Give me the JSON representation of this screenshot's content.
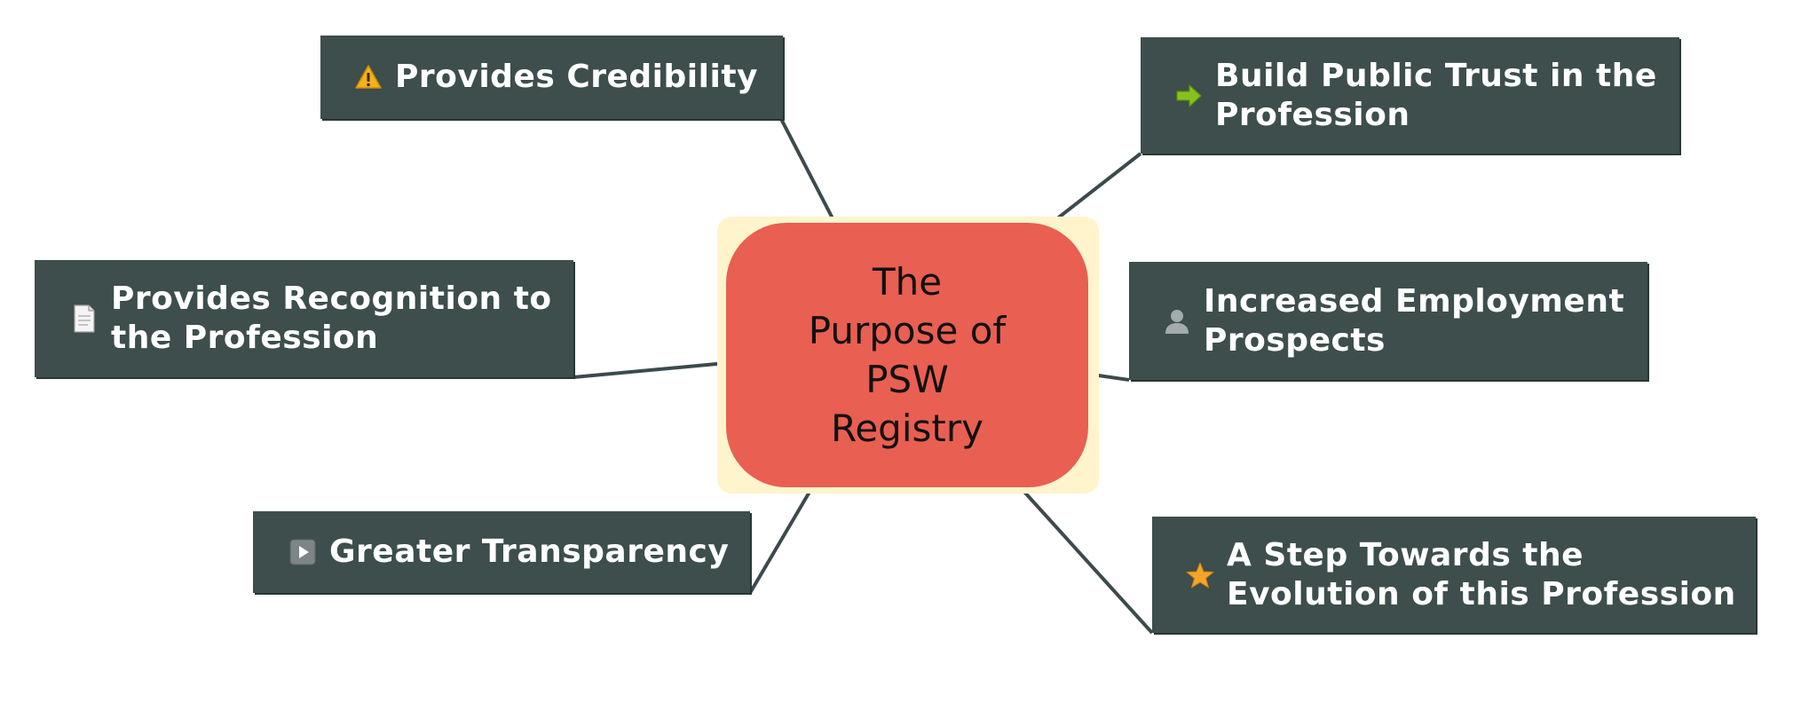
{
  "center": {
    "title": "The Purpose of PSW Registry"
  },
  "topics": [
    {
      "id": "credibility",
      "label": "Provides Credibility",
      "icon": "warning-icon"
    },
    {
      "id": "trust",
      "label": "Build Public Trust in the Profession",
      "icon": "arrow-right-icon"
    },
    {
      "id": "recognition",
      "label": "Provides Recognition to the Profession",
      "icon": "document-icon"
    },
    {
      "id": "employment",
      "label": "Increased Employment Prospects",
      "icon": "person-icon"
    },
    {
      "id": "transparency",
      "label": "Greater Transparency",
      "icon": "play-icon"
    },
    {
      "id": "evolution",
      "label": "A Step Towards the Evolution of this Profession",
      "icon": "star-icon"
    }
  ],
  "colors": {
    "topic_fill": "#3d4e4c",
    "center_fill": "#e95f52",
    "center_halo": "#fff4cc",
    "connector": "#3d4a4d"
  }
}
